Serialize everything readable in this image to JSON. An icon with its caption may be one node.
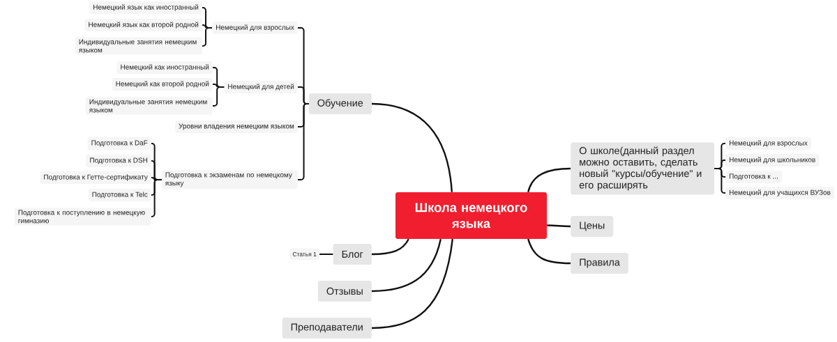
{
  "diagram": {
    "nodes": [
      {
        "text": [
          "Школа немецкого языка"
        ]
      },
      {
        "text": [
          "Обучение"
        ]
      },
      {
        "text": [
          "Немецкий для взрослых"
        ]
      },
      {
        "text": [
          "Немецкий язык как иностранный"
        ]
      },
      {
        "text": [
          "Немецкий язык как второй родной"
        ]
      },
      {
        "text": [
          "Индивидуальные занятия немецким языком"
        ]
      },
      {
        "text": [
          "Немецкий для детей"
        ]
      },
      {
        "text": [
          "Немецкий как иностранный"
        ]
      },
      {
        "text": [
          "Немецкий как второй родной"
        ]
      },
      {
        "text": [
          "Индивидуальные занятия немецким языком"
        ]
      },
      {
        "text": [
          "Уровни владения немецким языком"
        ]
      },
      {
        "text": [
          "Подготовка к экзаменам по немецкому языку"
        ]
      },
      {
        "text": [
          "Подготовка к DaF"
        ]
      },
      {
        "text": [
          "Подготовка к DSH"
        ]
      },
      {
        "text": [
          "Подготовка к Гетте-сертификату"
        ]
      },
      {
        "text": [
          "Подготовка к Telc"
        ]
      },
      {
        "text": [
          "Подготовка к поступлению в немецкую гимназию"
        ]
      },
      {
        "text": [
          "Блог"
        ]
      },
      {
        "text": [
          "Статья 1"
        ]
      },
      {
        "text": [
          "Отзывы"
        ]
      },
      {
        "text": [
          "Преподаватели"
        ]
      },
      {
        "text": [
          "О школе(данный раздел можно оставить, сделать новый \"курсы/обучение\" и его расширять"
        ]
      },
      {
        "text": [
          "Немецкий для взрослых"
        ]
      },
      {
        "text": [
          "Немецкий для школьников"
        ]
      },
      {
        "text": [
          "Подготовка к ..."
        ]
      },
      {
        "text": [
          "Немецкий для учащихся ВУЗов"
        ]
      },
      {
        "text": [
          "Цены"
        ]
      },
      {
        "text": [
          "Правила"
        ]
      }
    ],
    "edges": [
      {
        "from": 0,
        "to": 1,
        "arrow": "none"
      },
      {
        "from": 1,
        "to": 2,
        "arrow": "none"
      },
      {
        "from": 2,
        "to": 3,
        "arrow": "none"
      },
      {
        "from": 2,
        "to": 4,
        "arrow": "none"
      },
      {
        "from": 2,
        "to": 5,
        "arrow": "none"
      },
      {
        "from": 1,
        "to": 6,
        "arrow": "none"
      },
      {
        "from": 6,
        "to": 7,
        "arrow": "none"
      },
      {
        "from": 6,
        "to": 8,
        "arrow": "none"
      },
      {
        "from": 6,
        "to": 9,
        "arrow": "none"
      },
      {
        "from": 1,
        "to": 10,
        "arrow": "none"
      },
      {
        "from": 1,
        "to": 11,
        "arrow": "none"
      },
      {
        "from": 11,
        "to": 12,
        "arrow": "none"
      },
      {
        "from": 11,
        "to": 13,
        "arrow": "none"
      },
      {
        "from": 11,
        "to": 14,
        "arrow": "none"
      },
      {
        "from": 11,
        "to": 15,
        "arrow": "none"
      },
      {
        "from": 11,
        "to": 16,
        "arrow": "none"
      },
      {
        "from": 0,
        "to": 17,
        "arrow": "none"
      },
      {
        "from": 17,
        "to": 18,
        "arrow": "none"
      },
      {
        "from": 0,
        "to": 19,
        "arrow": "none"
      },
      {
        "from": 0,
        "to": 20,
        "arrow": "none"
      },
      {
        "from": 0,
        "to": 21,
        "arrow": "none"
      },
      {
        "from": 21,
        "to": 22,
        "arrow": "none"
      },
      {
        "from": 21,
        "to": 23,
        "arrow": "none"
      },
      {
        "from": 21,
        "to": 24,
        "arrow": "none"
      },
      {
        "from": 21,
        "to": 25,
        "arrow": "none"
      },
      {
        "from": 0,
        "to": 26,
        "arrow": "none"
      },
      {
        "from": 0,
        "to": 27,
        "arrow": "none"
      }
    ]
  }
}
